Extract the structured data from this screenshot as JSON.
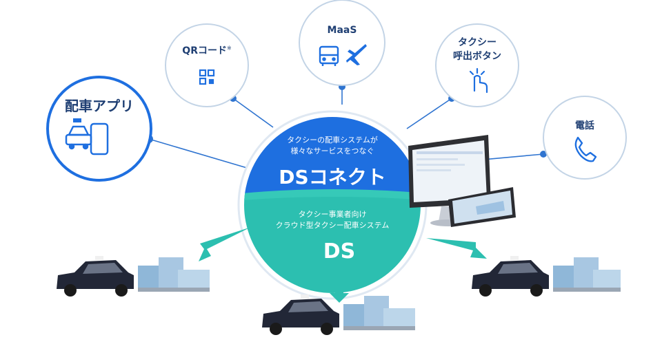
{
  "nodes": {
    "app": {
      "label": "配車アプリ"
    },
    "qr": {
      "label": "QRコード",
      "note": "※"
    },
    "maas": {
      "label": "MaaS"
    },
    "button": {
      "line1": "タクシー",
      "line2": "呼出ボタン"
    },
    "phone": {
      "label": "電話"
    }
  },
  "center": {
    "top_caption_line1": "タクシーの配車システムが",
    "top_caption_line2": "様々なサービスをつなぐ",
    "top_title": "DSコネクト",
    "bottom_caption_line1": "タクシー事業者向け",
    "bottom_caption_line2": "クラウド型タクシー配車システム",
    "bottom_title": "DS"
  },
  "colors": {
    "blue": "#1e6fe0",
    "teal": "#2cbfb0",
    "navy": "#1f3f73",
    "line": "#2f74d0"
  }
}
